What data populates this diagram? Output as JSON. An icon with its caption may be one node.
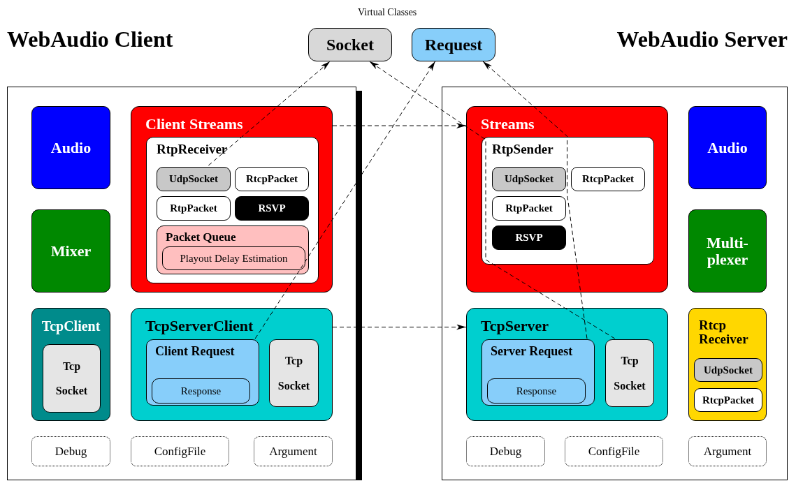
{
  "diagram": {
    "nodes": [
      {
        "text": [
          "Socket"
        ]
      },
      {
        "text": [
          "Request"
        ]
      },
      {
        "text": [
          "WebAudio Client"
        ]
      },
      {
        "text": [
          "Audio"
        ],
        "in": 2
      },
      {
        "text": [
          "Mixer"
        ],
        "in": 2
      },
      {
        "text": [
          "TcpClient"
        ],
        "in": 2
      },
      {
        "text": [
          "Tcp Socket"
        ],
        "in": 5
      },
      {
        "text": [
          "Client Streams"
        ],
        "in": 2
      },
      {
        "text": [
          "RtpReceiver"
        ],
        "in": 7
      },
      {
        "text": [
          "UdpSocket"
        ],
        "in": 8
      },
      {
        "text": [
          "RtcpPacket"
        ],
        "in": 8
      },
      {
        "text": [
          "RtpPacket"
        ],
        "in": 8
      },
      {
        "text": [
          "RSVP"
        ],
        "in": 8
      },
      {
        "text": [
          "Packet Queue"
        ],
        "in": 8
      },
      {
        "text": [
          "Playout Delay Estimation"
        ],
        "in": 13
      },
      {
        "text": [
          "TcpServerClient"
        ],
        "in": 2
      },
      {
        "text": [
          "Client Request"
        ],
        "in": 15
      },
      {
        "text": [
          "Response"
        ],
        "in": 16
      },
      {
        "text": [
          "Tcp Socket"
        ],
        "in": 15
      },
      {
        "text": [
          "Debug"
        ],
        "in": 2
      },
      {
        "text": [
          "ConfigFile"
        ],
        "in": 2
      },
      {
        "text": [
          "Argument"
        ],
        "in": 2
      },
      {
        "text": [
          "WebAudio Server"
        ]
      },
      {
        "text": [
          "Streams"
        ],
        "in": 22
      },
      {
        "text": [
          "RtpSender"
        ],
        "in": 23
      },
      {
        "text": [
          "UdpSocket"
        ],
        "in": 24
      },
      {
        "text": [
          "RtcpPacket"
        ],
        "in": 24
      },
      {
        "text": [
          "RtpPacket"
        ],
        "in": 24
      },
      {
        "text": [
          "RSVP"
        ],
        "in": 24
      },
      {
        "text": [
          "Audio"
        ],
        "in": 22
      },
      {
        "text": [
          "Multi- plexer"
        ],
        "in": 22
      },
      {
        "text": [
          "TcpServer"
        ],
        "in": 22
      },
      {
        "text": [
          "Server Request"
        ],
        "in": 31
      },
      {
        "text": [
          "Response"
        ],
        "in": 32
      },
      {
        "text": [
          "Tcp Socket"
        ],
        "in": 31
      },
      {
        "text": [
          "Rtcp Receiver"
        ],
        "in": 22
      },
      {
        "text": [
          "UdpSocket"
        ],
        "in": 35
      },
      {
        "text": [
          "RtcpPacket"
        ],
        "in": 35
      },
      {
        "text": [
          "Debug"
        ],
        "in": 22
      },
      {
        "text": [
          "ConfigFile"
        ],
        "in": 22
      },
      {
        "text": [
          "Argument"
        ],
        "in": 22
      }
    ],
    "edges": [
      {
        "from": 9,
        "to": 0,
        "arrow": "to",
        "style": "dashed"
      },
      {
        "from": 16,
        "to": 1,
        "arrow": "to",
        "style": "dashed"
      },
      {
        "from": 34,
        "to": 0,
        "arrow": "to",
        "style": "dashed"
      },
      {
        "from": 32,
        "to": 1,
        "arrow": "to",
        "style": "dashed"
      },
      {
        "from": 7,
        "to": 23,
        "arrow": "to",
        "style": "dashed"
      },
      {
        "from": 15,
        "to": 31,
        "arrow": "to",
        "style": "dashed"
      }
    ],
    "labels": [
      "Virtual Classes"
    ]
  }
}
